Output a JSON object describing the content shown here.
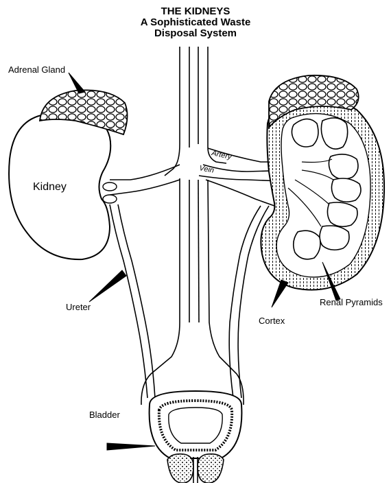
{
  "title": {
    "line1": "THE KIDNEYS",
    "line2": "A Sophisticated Waste",
    "line3": "Disposal System"
  },
  "labels": {
    "adrenal_gland": "Adrenal Gland",
    "kidney": "Kidney",
    "ureter": "Ureter",
    "artery": "Artery",
    "vein": "Vein",
    "renal_pyramids": "Renal Pyramids",
    "cortex": "Cortex",
    "bladder": "Bladder"
  }
}
